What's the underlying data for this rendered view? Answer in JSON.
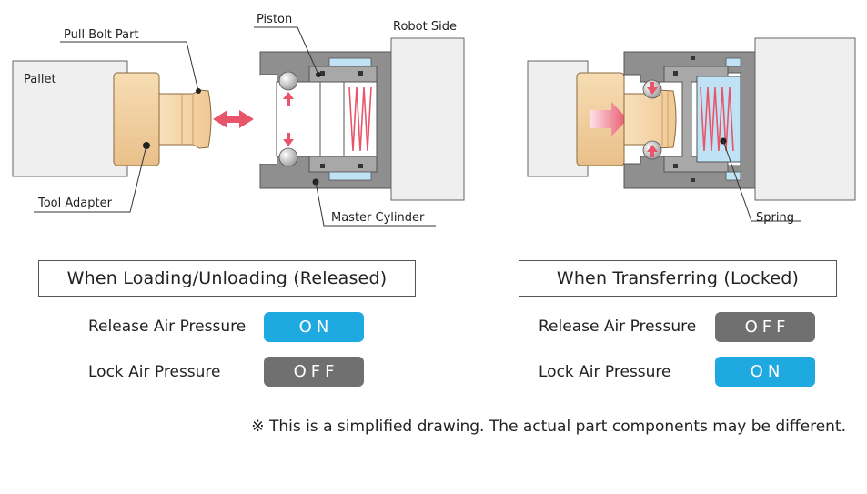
{
  "labels": {
    "pull_bolt_part": "Pull Bolt Part",
    "piston": "Piston",
    "robot_side": "Robot Side",
    "pallet": "Pallet",
    "tool_adapter": "Tool Adapter",
    "master_cylinder": "Master Cylinder",
    "spring": "Spring"
  },
  "released": {
    "title": "When Loading/Unloading (Released)",
    "release_label": "Release Air Pressure",
    "release_state": "ON",
    "lock_label": "Lock Air Pressure",
    "lock_state": "OFF"
  },
  "locked": {
    "title": "When Transferring (Locked)",
    "release_label": "Release Air Pressure",
    "release_state": "OFF",
    "lock_label": "Lock Air Pressure",
    "lock_state": "ON"
  },
  "note": "※ This is a simplified drawing. The actual part components may be different.",
  "colors": {
    "on": "#1fa9e1",
    "off": "#707070",
    "brass": "#f3d3a4",
    "air_chamber": "#bfe3f4",
    "arrow": "#e8556a",
    "cylinder": "#8c8c8c"
  }
}
